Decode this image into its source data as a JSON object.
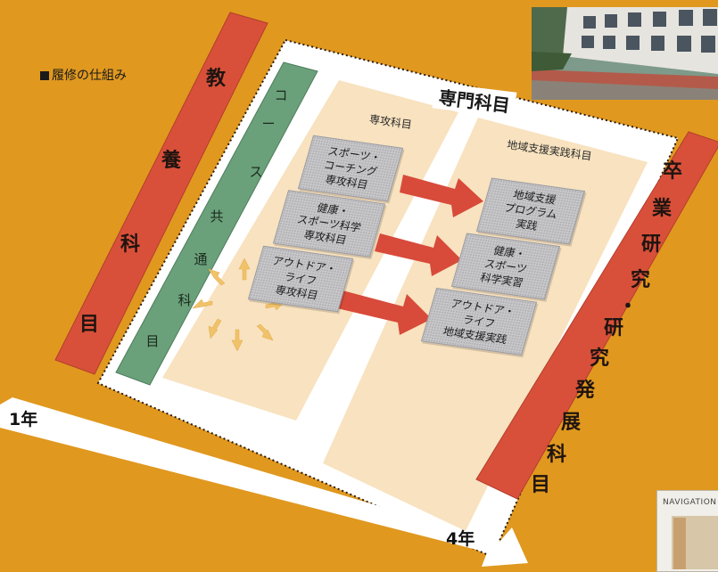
{
  "heading": "履修の仕組み",
  "left_bar": {
    "label": [
      "教",
      "養",
      "科",
      "目"
    ]
  },
  "common_bar": {
    "label": [
      "コ",
      "ー",
      "ス",
      "共",
      "通",
      "科",
      "目"
    ]
  },
  "senmon": "専門科目",
  "major_col": {
    "title": "専攻科目",
    "items": [
      [
        "スポーツ・",
        "コーチング",
        "専攻科目"
      ],
      [
        "健康・",
        "スポーツ科学",
        "専攻科目"
      ],
      [
        "アウトドア・",
        "ライフ",
        "専攻科目"
      ]
    ]
  },
  "practice_col": {
    "title": "地域支援実践科目",
    "items": [
      [
        "地域支援",
        "プログラム",
        "実践"
      ],
      [
        "健康・",
        "スポーツ",
        "科学実習"
      ],
      [
        "アウトドア・",
        "ライフ",
        "地域支援実践"
      ]
    ]
  },
  "right_bar": {
    "label": [
      "卒",
      "業",
      "研",
      "究",
      "・",
      "研",
      "究",
      "発",
      "展",
      "科",
      "目"
    ]
  },
  "year_start": "1年",
  "year_end": "4年",
  "navigation": {
    "title": "NAVIGATION"
  },
  "colors": {
    "background": "#e0981f",
    "red": "#d9503a",
    "green": "#6aa07a",
    "beige": "#f8e2bf",
    "gray": "#c9c9cc",
    "arrow": "#d84a3a"
  }
}
